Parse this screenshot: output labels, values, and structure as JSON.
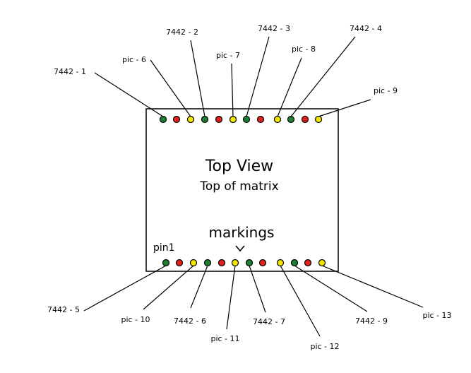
{
  "diagram": {
    "title": "Top View",
    "subtitle": "Top of matrix",
    "markings_label": "markings",
    "pin1_label": "pin1",
    "colors": {
      "green": "#1f7f35",
      "red": "#e0201e",
      "yellow": "#f2e600",
      "outline": "#000000"
    },
    "top_row_pins": [
      "green",
      "red",
      "yellow",
      "green",
      "red",
      "yellow",
      "green",
      "red",
      "yellow",
      "green",
      "red",
      "yellow"
    ],
    "bottom_row_pins": [
      "green",
      "red",
      "yellow",
      "green",
      "red",
      "yellow",
      "green",
      "red",
      "yellow",
      "green",
      "red",
      "yellow"
    ],
    "top_labels": [
      {
        "text": "7442 - 1",
        "pin": 0
      },
      {
        "text": "pic - 6",
        "pin": 2
      },
      {
        "text": "7442 - 2",
        "pin": 3
      },
      {
        "text": "pic - 7",
        "pin": 5
      },
      {
        "text": "7442 - 3",
        "pin": 6
      },
      {
        "text": "pic - 8",
        "pin": 8
      },
      {
        "text": "7442 - 4",
        "pin": 9
      },
      {
        "text": "pic - 9",
        "pin": 11
      }
    ],
    "bottom_labels": [
      {
        "text": "7442 - 5",
        "pin": 0
      },
      {
        "text": "pic - 10",
        "pin": 2
      },
      {
        "text": "7442 - 6",
        "pin": 3
      },
      {
        "text": "pic - 11",
        "pin": 5
      },
      {
        "text": "7442 - 7",
        "pin": 6
      },
      {
        "text": "pic - 12",
        "pin": 8
      },
      {
        "text": "7442 - 9",
        "pin": 9
      },
      {
        "text": "pic - 13",
        "pin": 11
      }
    ]
  }
}
